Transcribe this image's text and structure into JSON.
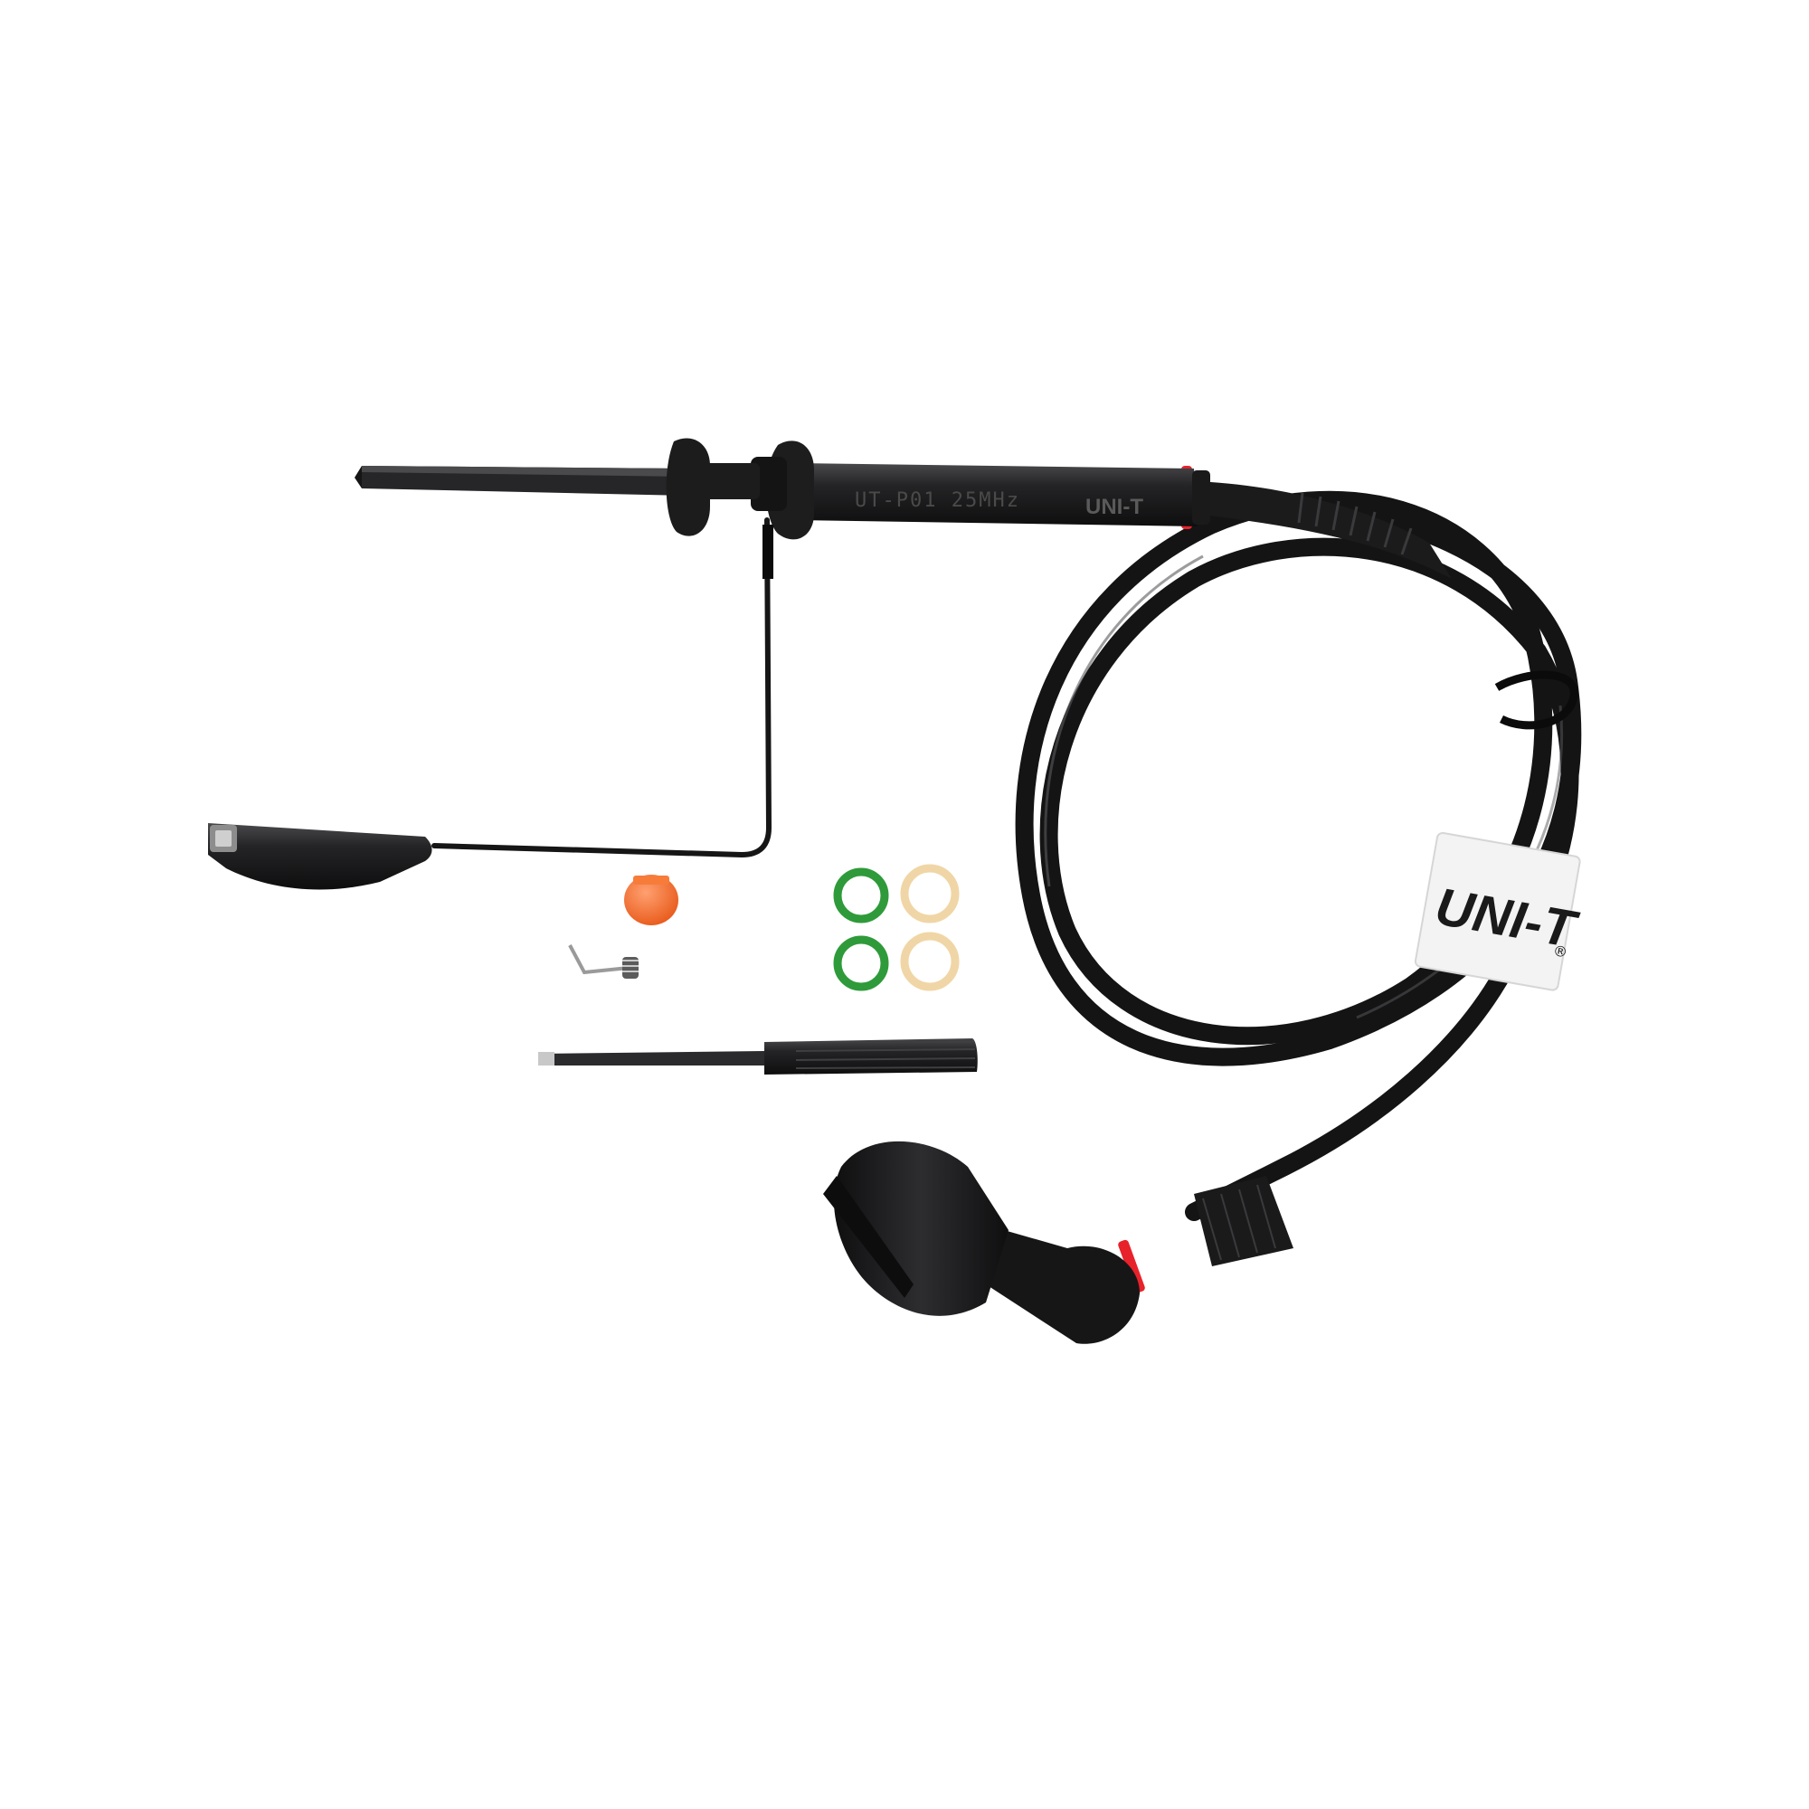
{
  "image": {
    "subject": "oscilloscope probe kit",
    "background": "#ffffff"
  },
  "probe": {
    "brand": "UNI-T",
    "body_print": "UT-P01 25MHz",
    "body_brand": "UNI-T",
    "colors": {
      "body": "#1c1c1e",
      "highlight": "#3a3a3d",
      "band": "#e8222a"
    }
  },
  "cable_tag": {
    "brand": "UNI-T",
    "registered": "®",
    "background": "#f3f3f3"
  },
  "accessories": {
    "insulating_cap_color": "#f56a24",
    "marker_ring_colors": [
      "#2f9a3a",
      "#f0d6a6"
    ]
  }
}
